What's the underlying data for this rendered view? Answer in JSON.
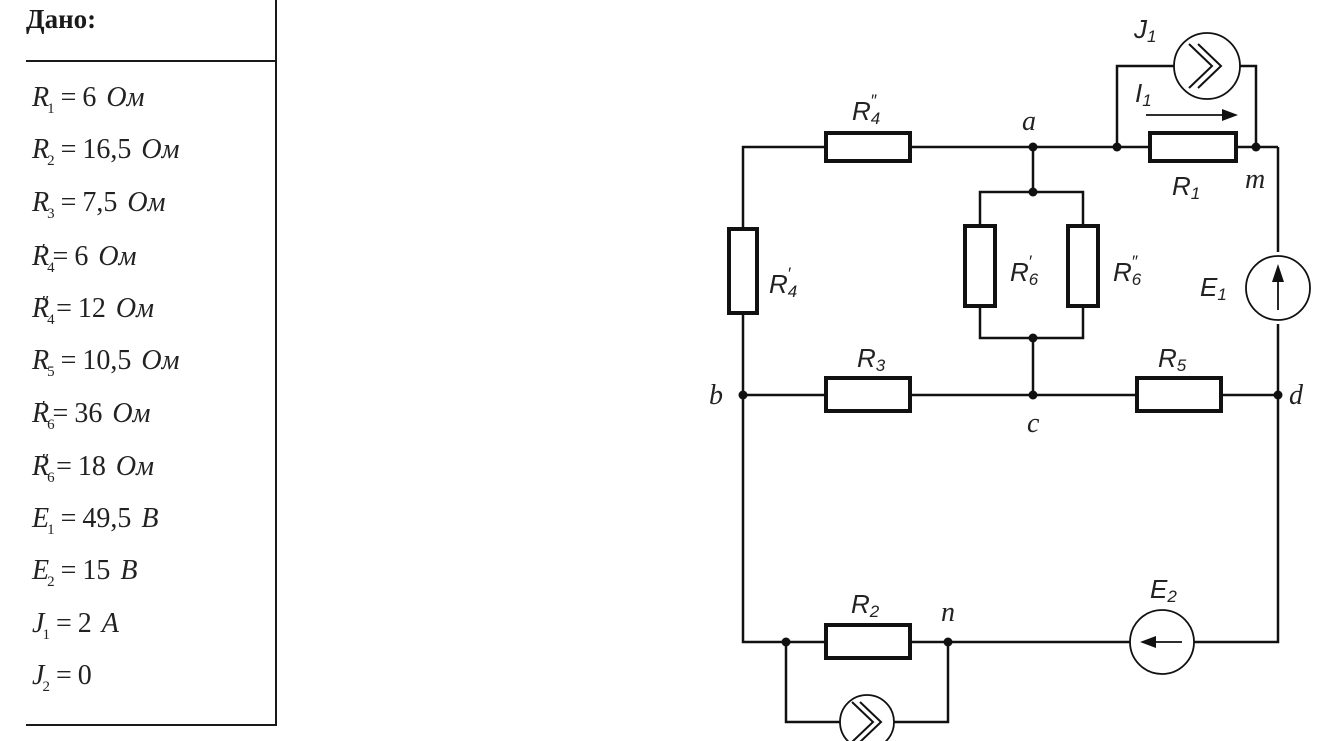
{
  "given": {
    "title": "Дано:",
    "params": [
      {
        "symbol": "R",
        "sub": "1",
        "prime": "",
        "value": "6",
        "unit": "Ом"
      },
      {
        "symbol": "R",
        "sub": "2",
        "prime": "",
        "value": "16,5",
        "unit": "Ом"
      },
      {
        "symbol": "R",
        "sub": "3",
        "prime": "",
        "value": "7,5",
        "unit": "Ом"
      },
      {
        "symbol": "R",
        "sub": "4",
        "prime": "′",
        "value": "6",
        "unit": "Ом"
      },
      {
        "symbol": "R",
        "sub": "4",
        "prime": "″",
        "value": "12",
        "unit": "Ом"
      },
      {
        "symbol": "R",
        "sub": "5",
        "prime": "",
        "value": "10,5",
        "unit": "Ом"
      },
      {
        "symbol": "R",
        "sub": "6",
        "prime": "′",
        "value": "36",
        "unit": "Ом"
      },
      {
        "symbol": "R",
        "sub": "6",
        "prime": "″",
        "value": "18",
        "unit": "Ом"
      },
      {
        "symbol": "E",
        "sub": "1",
        "prime": "",
        "value": "49,5",
        "unit": "B"
      },
      {
        "symbol": "E",
        "sub": "2",
        "prime": "",
        "value": "15",
        "unit": "B"
      },
      {
        "symbol": "J",
        "sub": "1",
        "prime": "",
        "value": "2",
        "unit": "A"
      },
      {
        "symbol": "J",
        "sub": "2",
        "prime": "",
        "value": "0",
        "unit": ""
      }
    ]
  },
  "circuit": {
    "labels": {
      "R4pp": {
        "main": "R",
        "sub": "4",
        "prime": "″"
      },
      "R4p": {
        "main": "R",
        "sub": "4",
        "prime": "′"
      },
      "R6p": {
        "main": "R",
        "sub": "6",
        "prime": "′"
      },
      "R6pp": {
        "main": "R",
        "sub": "6",
        "prime": "″"
      },
      "R1": {
        "main": "R",
        "sub": "1"
      },
      "R3": {
        "main": "R",
        "sub": "3"
      },
      "R5": {
        "main": "R",
        "sub": "5"
      },
      "R2": {
        "main": "R",
        "sub": "2"
      },
      "E1": {
        "main": "E",
        "sub": "1"
      },
      "E2": {
        "main": "E",
        "sub": "2"
      },
      "J1": {
        "main": "J",
        "sub": "1"
      },
      "I1": {
        "main": "I",
        "sub": "1"
      }
    },
    "nodes": {
      "a": "a",
      "b": "b",
      "c": "c",
      "d": "d",
      "m": "m",
      "n": "n"
    }
  }
}
